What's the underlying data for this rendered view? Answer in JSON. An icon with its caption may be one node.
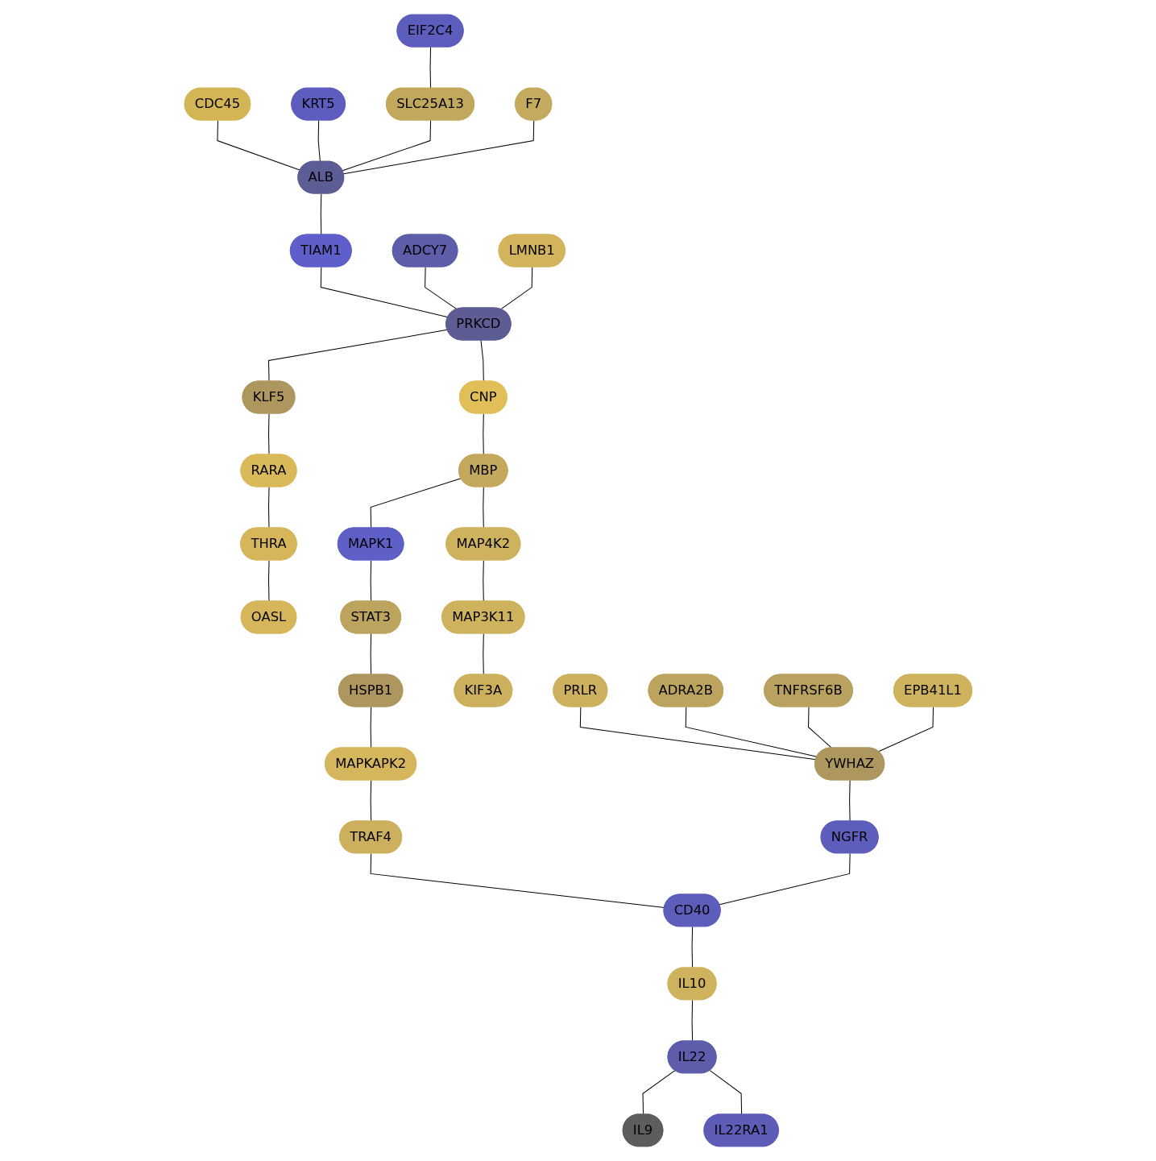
{
  "diagram": {
    "nodes": [
      {
        "text": [
          "EIF2C4"
        ]
      },
      {
        "text": [
          "CDC45"
        ]
      },
      {
        "text": [
          "KRT5"
        ]
      },
      {
        "text": [
          "SLC25A13"
        ]
      },
      {
        "text": [
          "F7"
        ]
      },
      {
        "text": [
          "ALB"
        ]
      },
      {
        "text": [
          "TIAM1"
        ]
      },
      {
        "text": [
          "ADCY7"
        ]
      },
      {
        "text": [
          "OASL"
        ]
      },
      {
        "text": [
          "THRA"
        ]
      },
      {
        "text": [
          "RARA"
        ]
      },
      {
        "text": [
          "KLF5"
        ]
      },
      {
        "text": [
          "PRKCD"
        ]
      },
      {
        "text": [
          "LMNB1"
        ]
      },
      {
        "text": [
          "CNP"
        ]
      },
      {
        "text": [
          "MBP"
        ]
      },
      {
        "text": [
          "MAPK1"
        ]
      },
      {
        "text": [
          "MAP4K2"
        ]
      },
      {
        "text": [
          "STAT3"
        ]
      },
      {
        "text": [
          "MAP3K11"
        ]
      },
      {
        "text": [
          "HSPB1"
        ]
      },
      {
        "text": [
          "KIF3A"
        ]
      },
      {
        "text": [
          "MAPKAPK2"
        ]
      },
      {
        "text": [
          "PRLR"
        ]
      },
      {
        "text": [
          "TRAF4"
        ]
      },
      {
        "text": [
          "ADRA2B"
        ]
      },
      {
        "text": [
          "NGFR"
        ]
      },
      {
        "text": [
          "YWHAZ"
        ]
      },
      {
        "text": [
          "CD40"
        ]
      },
      {
        "text": [
          "TNFRSF6B"
        ]
      },
      {
        "text": [
          "EPB41L1"
        ]
      },
      {
        "text": [
          "IL10"
        ]
      },
      {
        "text": [
          "IL22"
        ]
      },
      {
        "text": [
          "IL22RA1"
        ]
      },
      {
        "text": [
          "IL9"
        ]
      }
    ],
    "edges": [
      {
        "from": 0,
        "to": 3,
        "arrow": "none"
      },
      {
        "from": 1,
        "to": 5,
        "arrow": "none"
      },
      {
        "from": 2,
        "to": 5,
        "arrow": "none"
      },
      {
        "from": 3,
        "to": 5,
        "arrow": "none"
      },
      {
        "from": 4,
        "to": 5,
        "arrow": "none"
      },
      {
        "from": 5,
        "to": 6,
        "arrow": "none"
      },
      {
        "from": 6,
        "to": 12,
        "arrow": "none"
      },
      {
        "from": 7,
        "to": 12,
        "arrow": "none"
      },
      {
        "from": 13,
        "to": 12,
        "arrow": "none"
      },
      {
        "from": 12,
        "to": 11,
        "arrow": "none"
      },
      {
        "from": 11,
        "to": 10,
        "arrow": "none"
      },
      {
        "from": 10,
        "to": 9,
        "arrow": "none"
      },
      {
        "from": 9,
        "to": 8,
        "arrow": "none"
      },
      {
        "from": 12,
        "to": 14,
        "arrow": "none"
      },
      {
        "from": 14,
        "to": 15,
        "arrow": "none"
      },
      {
        "from": 15,
        "to": 16,
        "arrow": "none"
      },
      {
        "from": 15,
        "to": 17,
        "arrow": "none"
      },
      {
        "from": 17,
        "to": 19,
        "arrow": "none"
      },
      {
        "from": 19,
        "to": 21,
        "arrow": "none"
      },
      {
        "from": 16,
        "to": 18,
        "arrow": "none"
      },
      {
        "from": 18,
        "to": 20,
        "arrow": "none"
      },
      {
        "from": 20,
        "to": 22,
        "arrow": "none"
      },
      {
        "from": 22,
        "to": 24,
        "arrow": "none"
      },
      {
        "from": 24,
        "to": 28,
        "arrow": "none"
      },
      {
        "from": 26,
        "to": 28,
        "arrow": "none"
      },
      {
        "from": 27,
        "to": 26,
        "arrow": "none"
      },
      {
        "from": 23,
        "to": 27,
        "arrow": "none"
      },
      {
        "from": 25,
        "to": 27,
        "arrow": "none"
      },
      {
        "from": 29,
        "to": 27,
        "arrow": "none"
      },
      {
        "from": 30,
        "to": 27,
        "arrow": "none"
      },
      {
        "from": 28,
        "to": 31,
        "arrow": "none"
      },
      {
        "from": 31,
        "to": 32,
        "arrow": "none"
      },
      {
        "from": 32,
        "to": 34,
        "arrow": "none"
      },
      {
        "from": 32,
        "to": 33,
        "arrow": "none"
      }
    ]
  }
}
